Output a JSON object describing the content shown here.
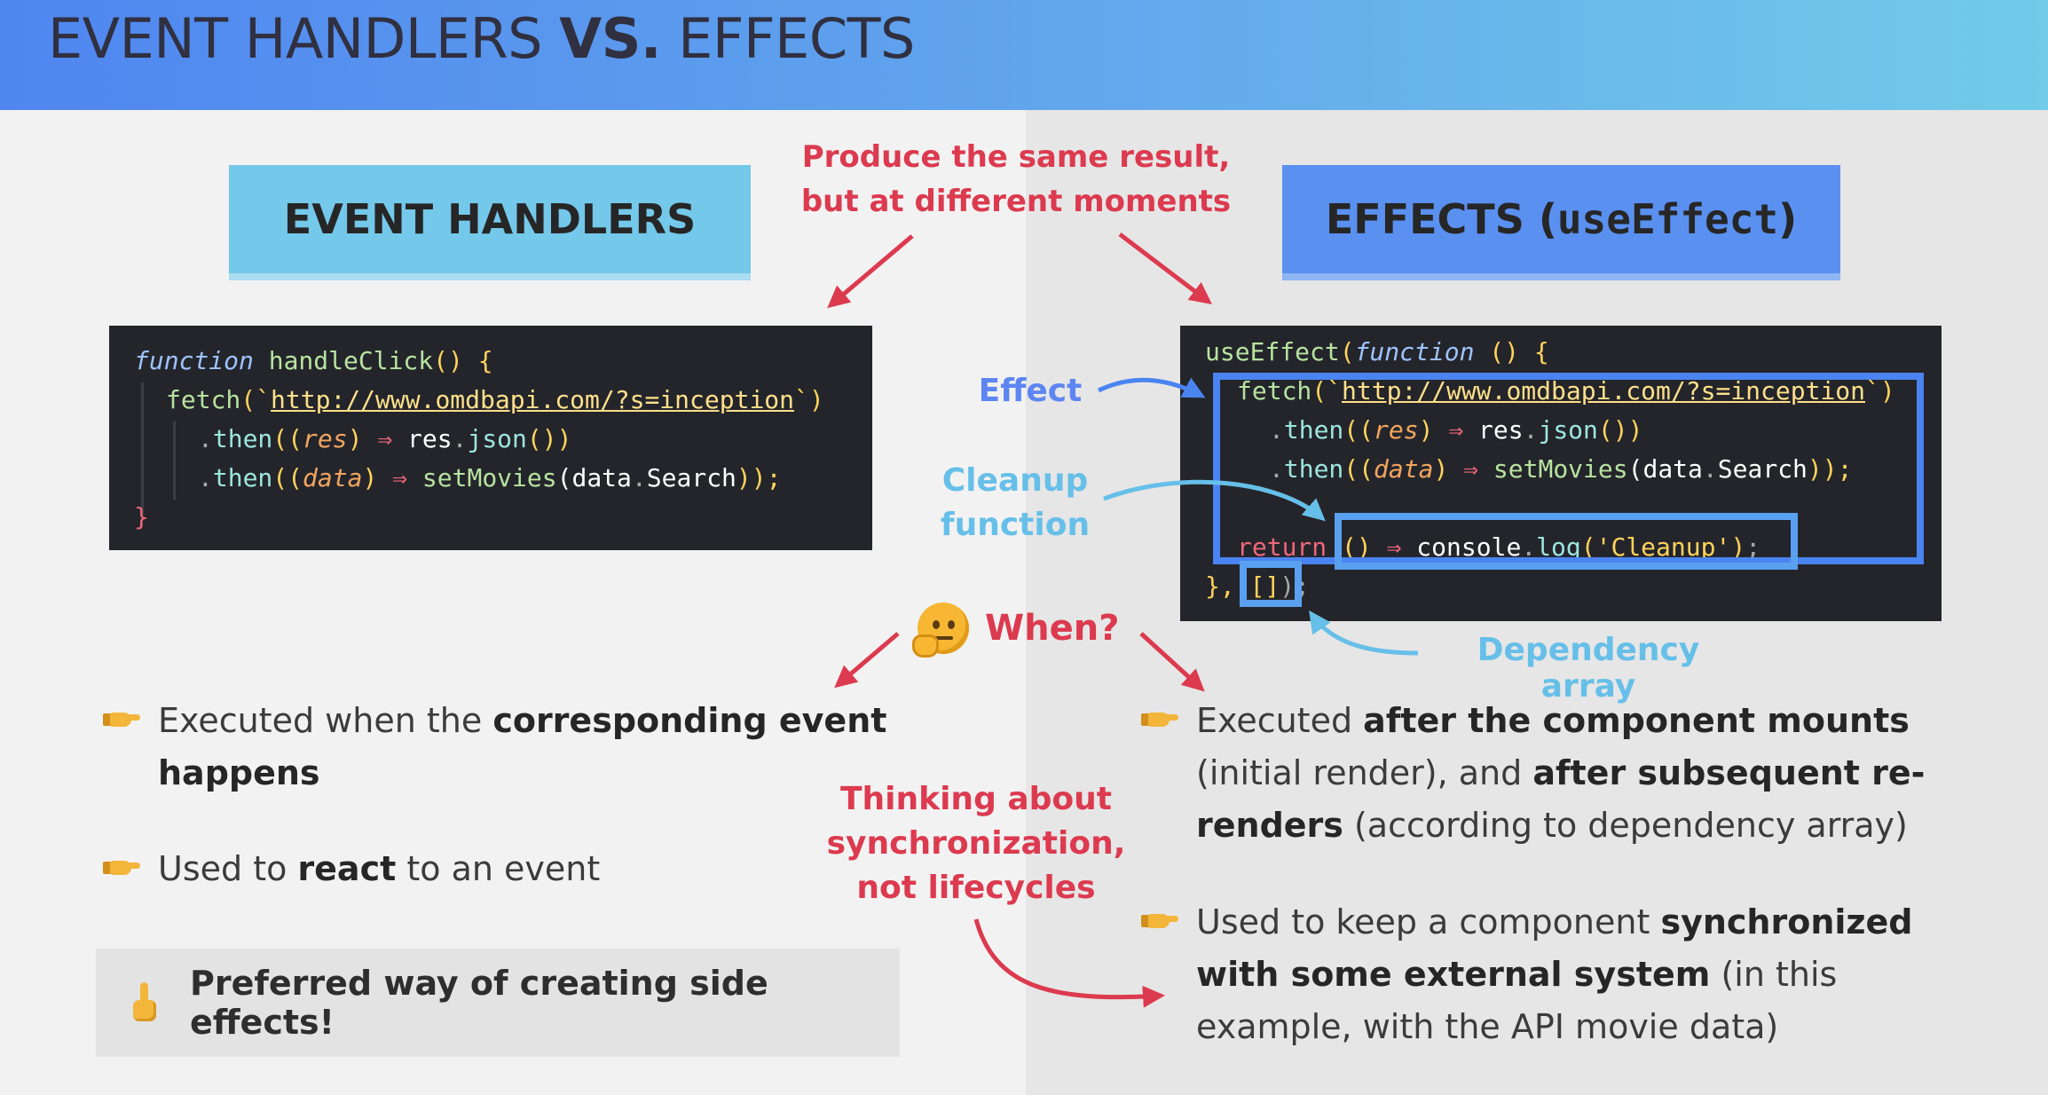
{
  "header": {
    "title_part1": "EVENT HANDLERS ",
    "title_part2": "VS.",
    "title_part3": " EFFECTS"
  },
  "left_title": "EVENT HANDLERS",
  "right_title": {
    "part1": "EFFECTS (",
    "part2": "useEffect",
    "part3": ")"
  },
  "produce_note": {
    "line1": "Produce the same result,",
    "line2_pre": "but at ",
    "line2_bold": "different moments"
  },
  "code_left": {
    "l1_kw": "function",
    "l1_name": " handleClick",
    "l1_rest": "() {",
    "l2_fn": "fetch",
    "l2_open": "(`",
    "l2_url": "http://www.omdbapi.com/?s=inception",
    "l2_close": "`)",
    "l3_dot": ".",
    "l3_then": "then",
    "l3_open": "((",
    "l3_param": "res",
    "l3_close": ") ",
    "l3_arrow": "⇒",
    "l3_body": " res",
    "l3_dot2": ".",
    "l3_method": "json",
    "l3_end": "())",
    "l4_dot": ".",
    "l4_then": "then",
    "l4_open": "((",
    "l4_param": "data",
    "l4_close": ") ",
    "l4_arrow": "⇒",
    "l4_call": " setMovies",
    "l4_args": "(data",
    "l4_dot2": ".",
    "l4_search": "Search",
    "l4_end": "));",
    "l5": "}"
  },
  "code_right": {
    "l1_call": "useEffect",
    "l1_open": "(",
    "l1_kw": "function",
    "l1_rest": " () {",
    "l2_fn": "fetch",
    "l2_open": "(`",
    "l2_url": "http://www.omdbapi.com/?s=inception",
    "l2_close": "`)",
    "l3_dot": ".",
    "l3_then": "then",
    "l3_open": "((",
    "l3_param": "res",
    "l3_close": ") ",
    "l3_arrow": "⇒",
    "l3_body": " res",
    "l3_dot2": ".",
    "l3_method": "json",
    "l3_end": "())",
    "l4_dot": ".",
    "l4_then": "then",
    "l4_open": "((",
    "l4_param": "data",
    "l4_close": ") ",
    "l4_arrow": "⇒",
    "l4_call": " setMovies",
    "l4_args": "(data",
    "l4_dot2": ".",
    "l4_search": "Search",
    "l4_end": "));",
    "l5_kw": "return",
    "l5_paren": " () ",
    "l5_arrow": "⇒",
    "l5_console": " console",
    "l5_dot": ".",
    "l5_log": "log",
    "l5_str": "('Cleanup')",
    "l5_end": ";",
    "l6_brace": "}, ",
    "l6_dep": "[]",
    "l6_end": ");"
  },
  "labels": {
    "effect": "Effect",
    "cleanup_line1": "Cleanup",
    "cleanup_line2": "function",
    "dependency": "Dependency array"
  },
  "when": "When?",
  "bullets_left": [
    {
      "pre": "Executed when the ",
      "bold": "corresponding event happens",
      "post": ""
    },
    {
      "pre": "Used to ",
      "bold": "react",
      "post": " to an event"
    }
  ],
  "bullets_right": [
    {
      "pre": "Executed ",
      "bold1": "after the component mounts",
      "mid": " (initial render), and ",
      "bold2": "after subsequent re-renders",
      "post": " (according to dependency array)"
    },
    {
      "pre": "Used to keep a component ",
      "bold": "synchronized with some external system",
      "post": " (in this example, with the API movie data)"
    }
  ],
  "sync_note": {
    "line1": "Thinking about",
    "line2": "synchronization,",
    "line3_bold": "not",
    "line3_rest": " lifecycles"
  },
  "preferred": "Preferred way of creating side effects!",
  "colors": {
    "red": "#dc3a4f",
    "blue": "#5d86f2",
    "light_blue": "#66bfe8",
    "header_start": "#4f86f0",
    "header_end": "#71cbe9"
  }
}
